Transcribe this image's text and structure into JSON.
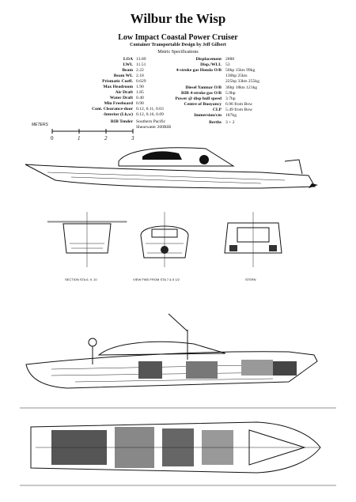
{
  "title": "Wilbur the Wisp",
  "subtitle": "Low Impact Coastal Power Cruiser",
  "credit": "Container Transportable Design by Jeff Gilbert",
  "metric_heading": "Metric Specifications",
  "left_specs": [
    {
      "label": "LOA",
      "value": "13.89"
    },
    {
      "label": "LWL",
      "value": "11.51"
    },
    {
      "label": "Beam",
      "value": "2.22"
    },
    {
      "label": "Beam WL",
      "value": "2.18"
    },
    {
      "label": "Prismatic Coeff.",
      "value": "0.629"
    },
    {
      "label": "Max Headroom",
      "value": "1.90"
    },
    {
      "label": "Air Draft",
      "value": "1.85"
    },
    {
      "label": "Water Draft",
      "value": "0.40"
    },
    {
      "label": "Min Freeboard",
      "value": "0.90"
    },
    {
      "label": "Cont. Clearance-door",
      "value": "0.12, 0.11, 0.03"
    },
    {
      "label": "-Interior (Lh,w)",
      "value": "0.12, 0.16, 0.09"
    },
    {
      "label": "RIB Tender",
      "value": "Southern Pacific"
    },
    {
      "label": "",
      "value": "Shearwater 260RIB"
    }
  ],
  "right_specs": [
    {
      "label": "Displacement",
      "value": "2880"
    },
    {
      "label": "Disp./WLL",
      "value": "53"
    },
    {
      "label": "4-stroke gas Honda O/B",
      "value": "50hp 15kts 99kg"
    },
    {
      "label": "",
      "value": "130hp 25kts"
    },
    {
      "label": "",
      "value": "225hp 33kts 255kg"
    },
    {
      "label": "Diesel Yanmar O/B",
      "value": "36hp 18kts 121kg"
    },
    {
      "label": "RIB 4-stroke gas O/B",
      "value": "5.9hp"
    },
    {
      "label": "Power @ disp hull speed",
      "value": "3.7hp"
    },
    {
      "label": "Centre of Buoyancy",
      "value": "6.96 from Bow"
    },
    {
      "label": "CLP",
      "value": "5.49 from Bow"
    },
    {
      "label": "Immersion/cm",
      "value": "187kg"
    },
    {
      "label": "Berths",
      "value": "3 + 2"
    }
  ],
  "scale_label": "METERS",
  "scale_ticks": [
    "0",
    "1",
    "2",
    "3"
  ],
  "section_captions": [
    "SECTION STA 6, 9, 10",
    "VIEW FWD FROM STA 7 & 5 1/2",
    "STERN"
  ],
  "drawing_icons": [
    "profile-hull-drawing",
    "cross-section-drawings",
    "interior-profile-drawing",
    "deck-plan-drawing"
  ]
}
